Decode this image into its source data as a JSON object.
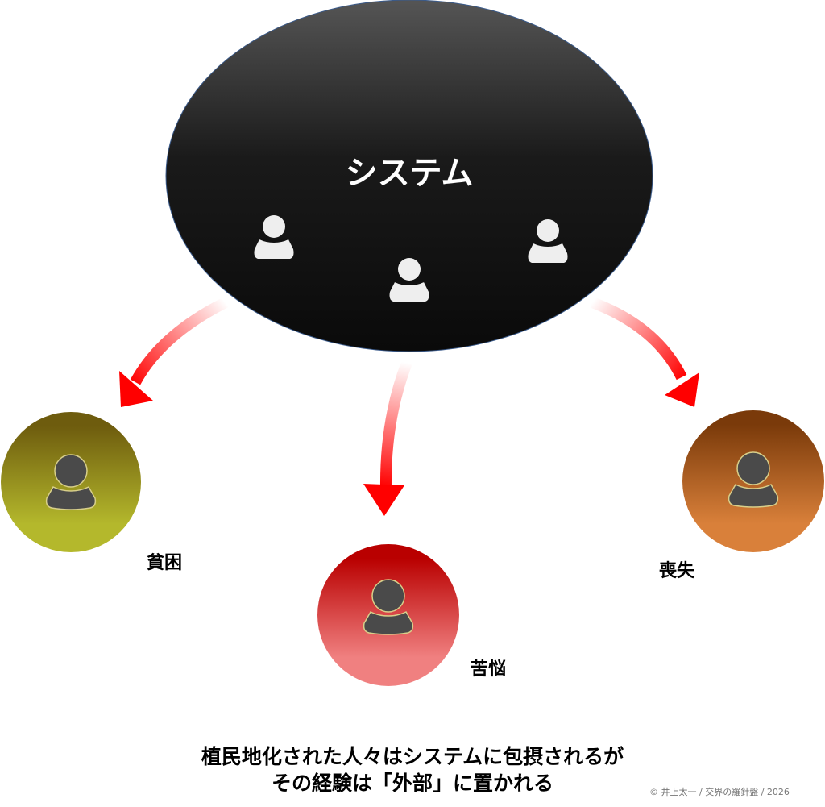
{
  "system": {
    "title": "システム"
  },
  "outcomes": [
    {
      "label": "貧困",
      "color_top": "#6e5c0e",
      "color_bottom": "#b4b82c"
    },
    {
      "label": "苦悩",
      "color_top": "#b90000",
      "color_bottom": "#f08080"
    },
    {
      "label": "喪失",
      "color_top": "#7a3a0a",
      "color_bottom": "#d9803a"
    }
  ],
  "caption": {
    "line1": "植民地化された人々はシステムに包摂されるが",
    "line2": "その経験は「外部」に置かれる"
  },
  "copyright": "© 井上太一 / 交界の羅針盤 / 2026",
  "colors": {
    "arrow": "#ff0000",
    "system_top": "#555555",
    "system_bottom": "#0a0a0a"
  }
}
